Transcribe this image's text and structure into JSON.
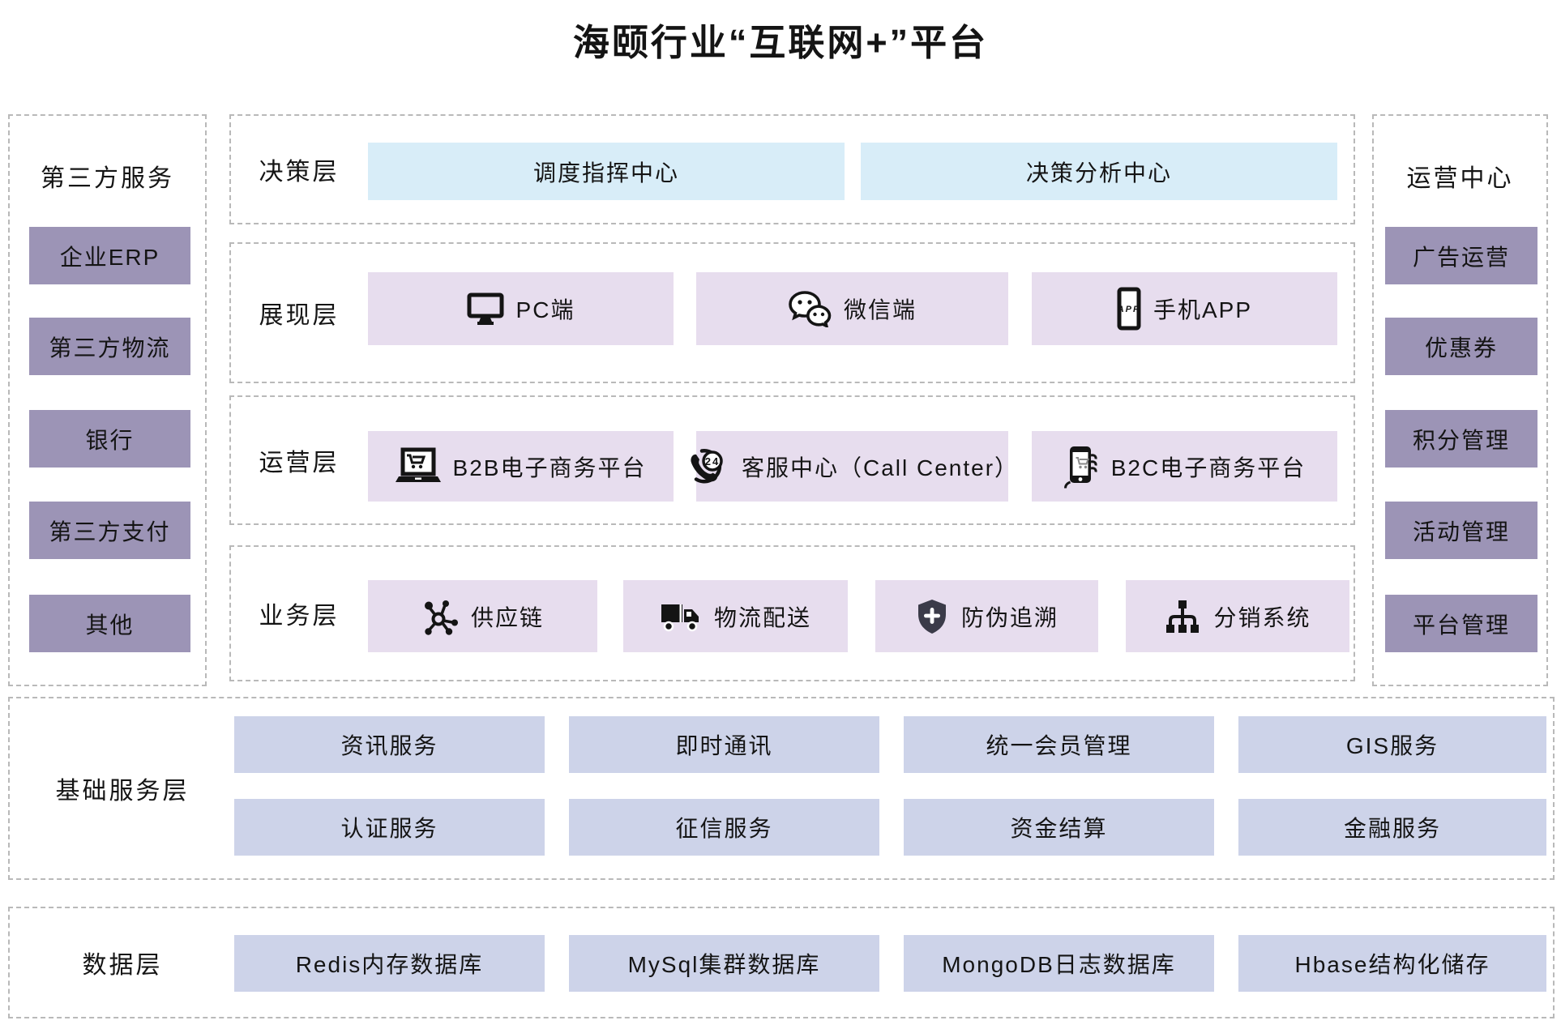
{
  "title": "海颐行业“互联网+”平台",
  "colors": {
    "sidebar_item": "#9c94b6",
    "decision_box": "#d8edf8",
    "middle_box": "#e7ddee",
    "bottom_box": "#cdd3e9",
    "dashed_border": "#b9b9b9",
    "shield_icon": "#3b3b49",
    "text": "#141414"
  },
  "left_sidebar": {
    "title": "第三方服务",
    "items": [
      "企业ERP",
      "第三方物流",
      "银行",
      "第三方支付",
      "其他"
    ]
  },
  "right_sidebar": {
    "title": "运营中心",
    "items": [
      "广告运营",
      "优惠券",
      "积分管理",
      "活动管理",
      "平台管理"
    ]
  },
  "layers": {
    "decision": {
      "label": "决策层",
      "items": [
        {
          "label": "调度指挥中心"
        },
        {
          "label": "决策分析中心"
        }
      ]
    },
    "presentation": {
      "label": "展现层",
      "items": [
        {
          "icon": "monitor-icon",
          "label": "PC端"
        },
        {
          "icon": "wechat-icon",
          "label": "微信端"
        },
        {
          "icon": "mobile-app-icon",
          "label": "手机APP"
        }
      ]
    },
    "operation": {
      "label": "运营层",
      "items": [
        {
          "icon": "laptop-cart-icon",
          "label": "B2B电子商务平台"
        },
        {
          "icon": "phone-24-icon",
          "label": "客服中心（Call Center）"
        },
        {
          "icon": "hand-phone-cart-icon",
          "label": "B2C电子商务平台"
        }
      ]
    },
    "business": {
      "label": "业务层",
      "items": [
        {
          "icon": "network-hub-icon",
          "label": "供应链"
        },
        {
          "icon": "truck-icon",
          "label": "物流配送"
        },
        {
          "icon": "shield-plus-icon",
          "label": "防伪追溯"
        },
        {
          "icon": "sitemap-icon",
          "label": "分销系统"
        }
      ]
    }
  },
  "base_service_layer": {
    "label": "基础服务层",
    "rows": [
      [
        "资讯服务",
        "即时通讯",
        "统一会员管理",
        "GIS服务"
      ],
      [
        "认证服务",
        "征信服务",
        "资金结算",
        "金融服务"
      ]
    ]
  },
  "data_layer": {
    "label": "数据层",
    "items": [
      "Redis内存数据库",
      "MySql集群数据库",
      "MongoDB日志数据库",
      "Hbase结构化储存"
    ]
  }
}
